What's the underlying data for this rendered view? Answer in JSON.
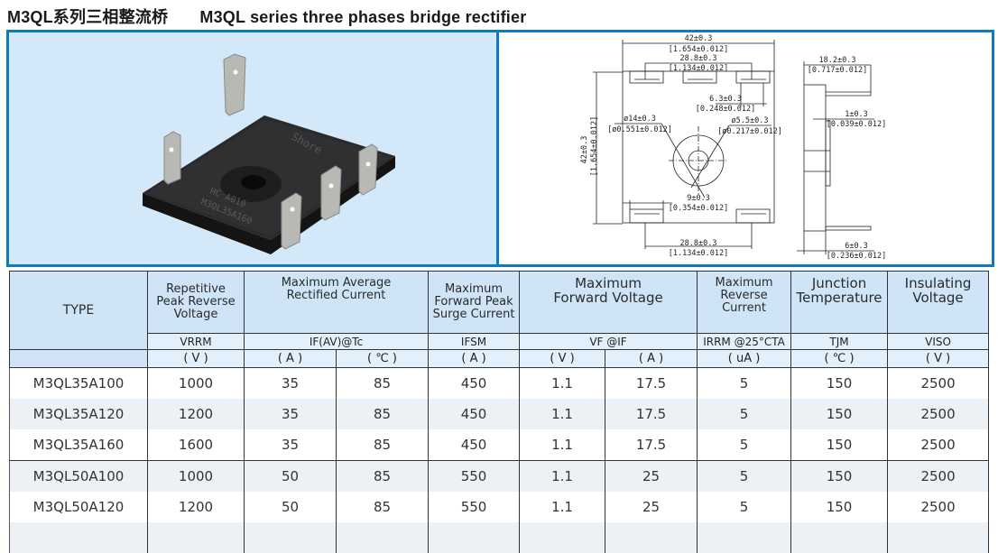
{
  "title": {
    "cn": "M3QL系列三相整流桥",
    "en": "M3QL series three phases bridge rectifier"
  },
  "colors": {
    "panel_border": "#0b7bc4",
    "photo_bg": "#d3e8f8",
    "header_bg": "#cfe5f7",
    "subheader_bg": "#e1f0fb",
    "row_alt_bg": "#ebf1f4"
  },
  "photo": {
    "alt": "M3QL three phase bridge rectifier package photo",
    "marking_1": "Shore",
    "marking_2": "HC A010",
    "marking_3": "M3QL35A160"
  },
  "drawing": {
    "top_width": "42±0.3",
    "top_width_in": "[1.654±0.012]",
    "top_pitch": "28.8±0.3",
    "top_pitch_in": "[1.134±0.012]",
    "tab_width": "6.3±0.3",
    "tab_width_in": "[0.248±0.012]",
    "outer_dia": "ø14±0.3",
    "outer_dia_in": "[ø0.551±0.012]",
    "hole_dia": "ø5.5±0.3",
    "hole_dia_in": "[ø0.217±0.012]",
    "height": "42±0.3",
    "height_in": "[1.654±0.012]",
    "bottom_tab": "9±0.3",
    "bottom_tab_in": "[0.354±0.012]",
    "bottom_pitch": "28.8±0.3",
    "bottom_pitch_in": "[1.134±0.012]",
    "side_depth": "18.2±0.3",
    "side_depth_in": "[0.717±0.012]",
    "side_step": "1±0.3",
    "side_step_in": "[0.039±0.012]",
    "side_body": "6±0.3",
    "side_body_in": "[0.236±0.012]"
  },
  "table": {
    "headers": {
      "type": "TYPE",
      "vrrm": [
        "Repetitive",
        "Peak Reverse",
        "Voltage"
      ],
      "ifav": [
        "Maximum Average",
        "Rectified Current"
      ],
      "ifsm": [
        "Maximum",
        "Forward Peak",
        "Surge Current"
      ],
      "vf": [
        "Maximum",
        "Forward Voltage"
      ],
      "irrm": [
        "Maximum",
        "Reverse Current"
      ],
      "tj": [
        "Junction",
        "Temperature"
      ],
      "viso": [
        "Insulating",
        "Voltage"
      ]
    },
    "symbols": {
      "vrrm": "VRRM",
      "ifav": "IF(AV)@Tc",
      "ifsm": "IFSM",
      "vf": "VF @IF",
      "irrm": "IRRM @25°CTA",
      "tj": "TJM",
      "viso": "VISO"
    },
    "units": [
      "( V )",
      "( A )",
      "( ℃ )",
      "( A )",
      "( V )",
      "( A )",
      "( uA )",
      "( ℃ )",
      "( V )"
    ],
    "rows": [
      {
        "type": "M3QL35A100",
        "vrrm": "1000",
        "if": "35",
        "tc": "85",
        "ifsm": "450",
        "vf": "1.1",
        "vf_if": "17.5",
        "irrm": "5",
        "tj": "150",
        "viso": "2500"
      },
      {
        "type": "M3QL35A120",
        "vrrm": "1200",
        "if": "35",
        "tc": "85",
        "ifsm": "450",
        "vf": "1.1",
        "vf_if": "17.5",
        "irrm": "5",
        "tj": "150",
        "viso": "2500"
      },
      {
        "type": "M3QL35A160",
        "vrrm": "1600",
        "if": "35",
        "tc": "85",
        "ifsm": "450",
        "vf": "1.1",
        "vf_if": "17.5",
        "irrm": "5",
        "tj": "150",
        "viso": "2500"
      },
      {
        "type": "M3QL50A100",
        "vrrm": "1000",
        "if": "50",
        "tc": "85",
        "ifsm": "550",
        "vf": "1.1",
        "vf_if": "25",
        "irrm": "5",
        "tj": "150",
        "viso": "2500"
      },
      {
        "type": "M3QL50A120",
        "vrrm": "1200",
        "if": "50",
        "tc": "85",
        "ifsm": "550",
        "vf": "1.1",
        "vf_if": "25",
        "irrm": "5",
        "tj": "150",
        "viso": "2500"
      },
      {
        "type": "",
        "vrrm": "",
        "if": "",
        "tc": "",
        "ifsm": "",
        "vf": "",
        "vf_if": "",
        "irrm": "",
        "tj": "",
        "viso": ""
      }
    ]
  }
}
